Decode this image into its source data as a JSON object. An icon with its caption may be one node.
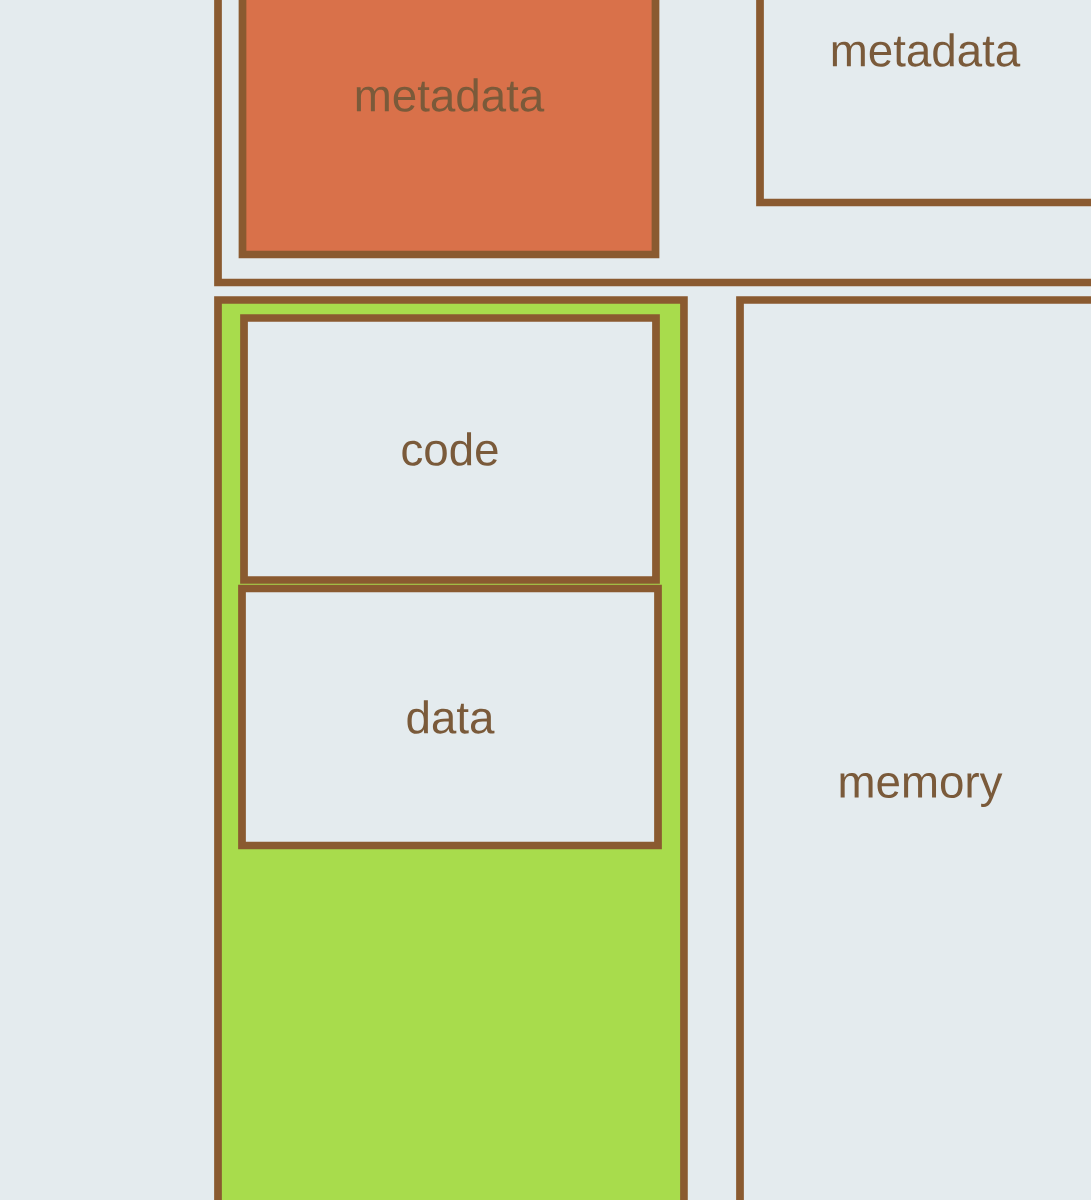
{
  "diagram": {
    "nodes": [
      {
        "text": [],
        "shape": "box"
      },
      {
        "text": [
          "metadata"
        ],
        "in": 0
      },
      {
        "text": [
          "metadata"
        ],
        "in": 0
      },
      {
        "text": [],
        "shape": "box"
      },
      {
        "text": [
          "code"
        ],
        "in": 3
      },
      {
        "text": [
          "data"
        ],
        "in": 3
      },
      {
        "text": [
          "memory"
        ]
      }
    ]
  }
}
